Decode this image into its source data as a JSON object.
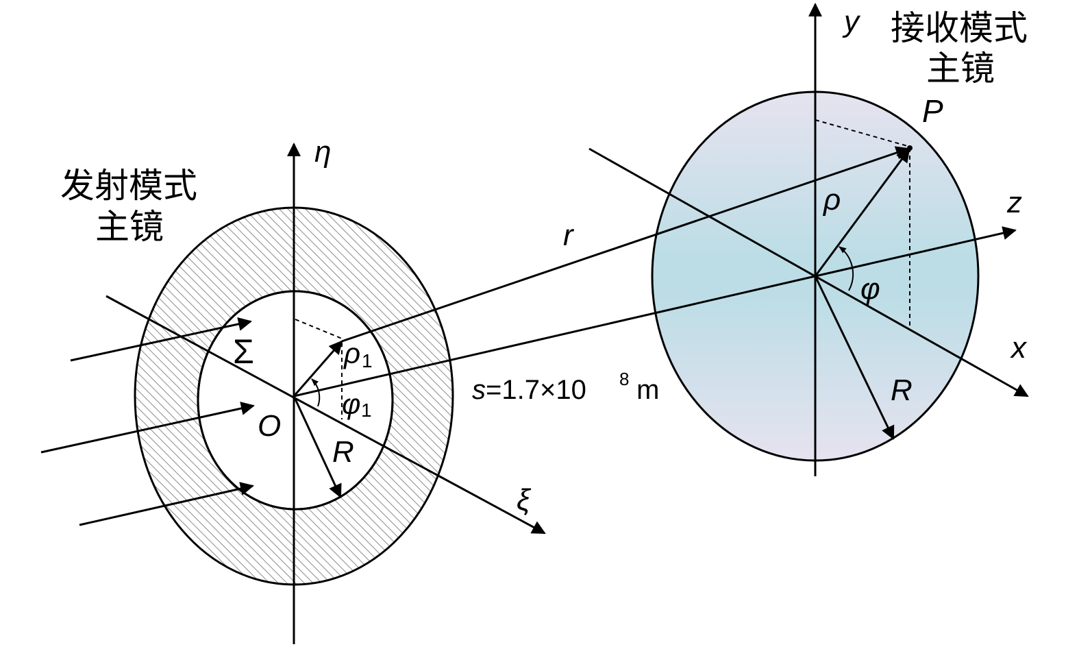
{
  "transmit": {
    "caption_line1": "发射模式",
    "caption_line2": "主镜",
    "axis_vertical": "η",
    "axis_horizontal": "ξ",
    "origin": "O",
    "aperture": "Σ",
    "rho_symbol": "ρ",
    "rho_sub": "1",
    "phi_symbol": "φ",
    "phi_sub": "1",
    "radius": "R"
  },
  "receive": {
    "caption_line1": "接收模式",
    "caption_line2": "主镜",
    "axis_y": "y",
    "axis_z": "z",
    "axis_x": "x",
    "point": "P",
    "rho": "ρ",
    "phi": "φ",
    "radius": "R"
  },
  "link": {
    "r_label": "r",
    "distance_symbol": "s",
    "distance_mantissa": "=1.7×10",
    "distance_exponent": "8",
    "distance_unit": " m"
  },
  "colors": {
    "line": "#000000",
    "hatch": "#7f7f7f",
    "receiver_center": "#bcdde6",
    "receiver_edge": "#e6e3ef"
  }
}
